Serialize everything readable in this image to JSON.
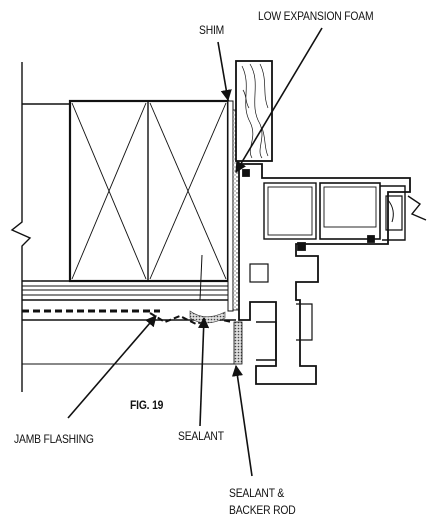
{
  "labels": {
    "shim": "SHIM",
    "low_expansion_foam": "LOW EXPANSION FOAM",
    "jamb_flashing": "JAMB FLASHING",
    "sealant": "SEALANT",
    "sealant_backer_line1": "SEALANT &",
    "sealant_backer_line2": "BACKER ROD",
    "figure": "FIG. 19"
  },
  "colors": {
    "ink": "#111111",
    "background": "#ffffff"
  }
}
